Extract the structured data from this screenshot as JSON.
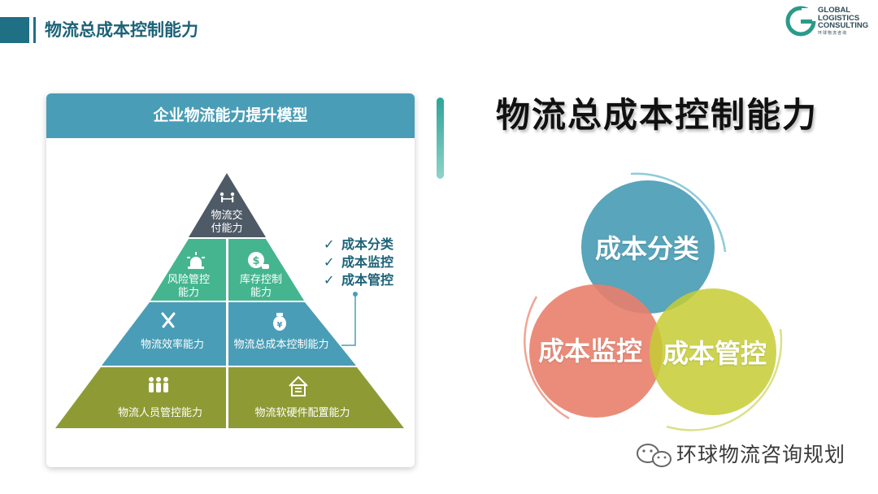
{
  "header": {
    "title": "物流总成本控制能力"
  },
  "logo": {
    "line1": "GLOBAL",
    "line2": "LOGISTICS",
    "line3": "CONSULTING",
    "tagline": "环球物流咨询"
  },
  "model": {
    "title": "企业物流能力提升模型",
    "levels": {
      "top": "物流交付能力",
      "risk": "风险管控能力",
      "inventory": "库存控制能力",
      "efficiency": "物流效率能力",
      "total_cost": "物流总成本控制能力",
      "personnel": "物流人员管控能力",
      "hardware": "物流软硬件配置能力"
    },
    "checklist": [
      "成本分类",
      "成本监控",
      "成本管控"
    ]
  },
  "main_title": "物流总成本控制能力",
  "venn": {
    "circles": [
      {
        "label": "成本分类",
        "color": "#4a9db6"
      },
      {
        "label": "成本监控",
        "color": "#e9806b"
      },
      {
        "label": "成本管控",
        "color": "#c5cc34"
      }
    ]
  },
  "watermark": {
    "text": "环球物流咨询规划"
  },
  "colors": {
    "teal": "#4a9db6",
    "dark_slate": "#4e5a66",
    "green": "#45b58f",
    "olive": "#8e9b35",
    "salmon": "#e9806b",
    "yellow_green": "#c5cc34"
  }
}
